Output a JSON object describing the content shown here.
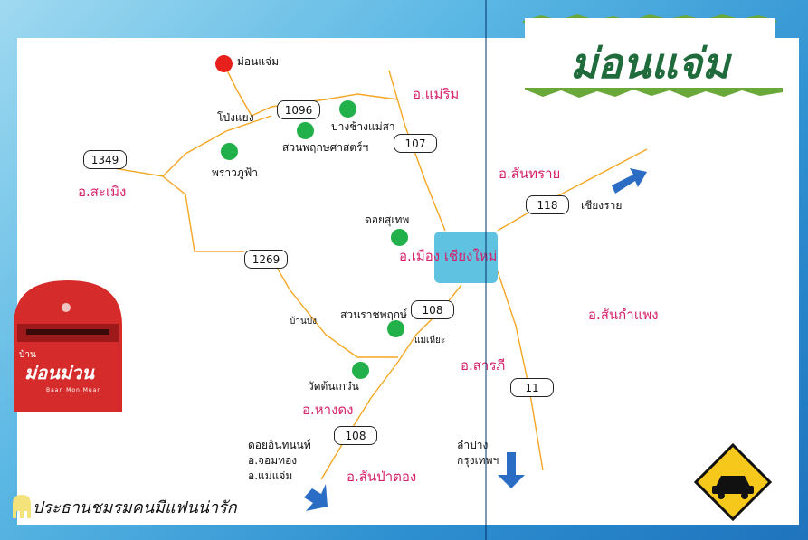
{
  "title": "ม่อนแจ่ม",
  "districts": {
    "mae_rim": "อ.แม่ริม",
    "samoeng": "อ.สะเมิง",
    "mueang": "อ.เมือง เชียงใหม่",
    "san_sai": "อ.สันทราย",
    "san_kamphaeng": "อ.สันกำแพง",
    "saraphi": "อ.สารภี",
    "hang_dong": "อ.หางดง",
    "san_pa_tong": "อ.สันป่าตอง"
  },
  "places": {
    "mon_jam": "ม่อนแจ่ม",
    "pong_yaeng": "โป่งแยง",
    "pang_chang": "ปางช้างแม่สา",
    "botanic": "สวนพฤกษศาสตร์ฯ",
    "phrao_phu_fa": "พราวภูฟ้า",
    "doi_suthep": "ดอยสุเทพ",
    "chiang_rai": "เชียงราย",
    "ratchaphruek": "สวนราชพฤกษ์",
    "ban_pong": "บ้านปง",
    "mae_hia": "แม่เหียะ",
    "wat_ton_kwen": "วัดต้นเกว๋น",
    "lampang": "ลำปาง",
    "bangkok": "กรุงเทพฯ",
    "doi_inthanon": "ดอยอินทนนท์",
    "chom_thong": "อ.จอมทอง",
    "mae_chaem": "อ.แม่แจ่ม"
  },
  "roads": {
    "r1096": "1096",
    "r107": "107",
    "r1349": "1349",
    "r118": "118",
    "r1269": "1269",
    "r108a": "108",
    "r108b": "108",
    "r11": "11"
  },
  "mailbox": {
    "line1": "บ้าน",
    "line2": "ม่อนม่วน",
    "line3": "Baan Mon Muan"
  },
  "footer": "ประธานชมรมคนมีแฟนน่ารัก",
  "colors": {
    "road": "#f5a623",
    "attraction": "#22b04a",
    "destination": "#e8201c",
    "district": "#d6206b",
    "city_box": "#5ec2e0",
    "arrow": "#2b6cc4",
    "title": "#1f6b3c"
  }
}
